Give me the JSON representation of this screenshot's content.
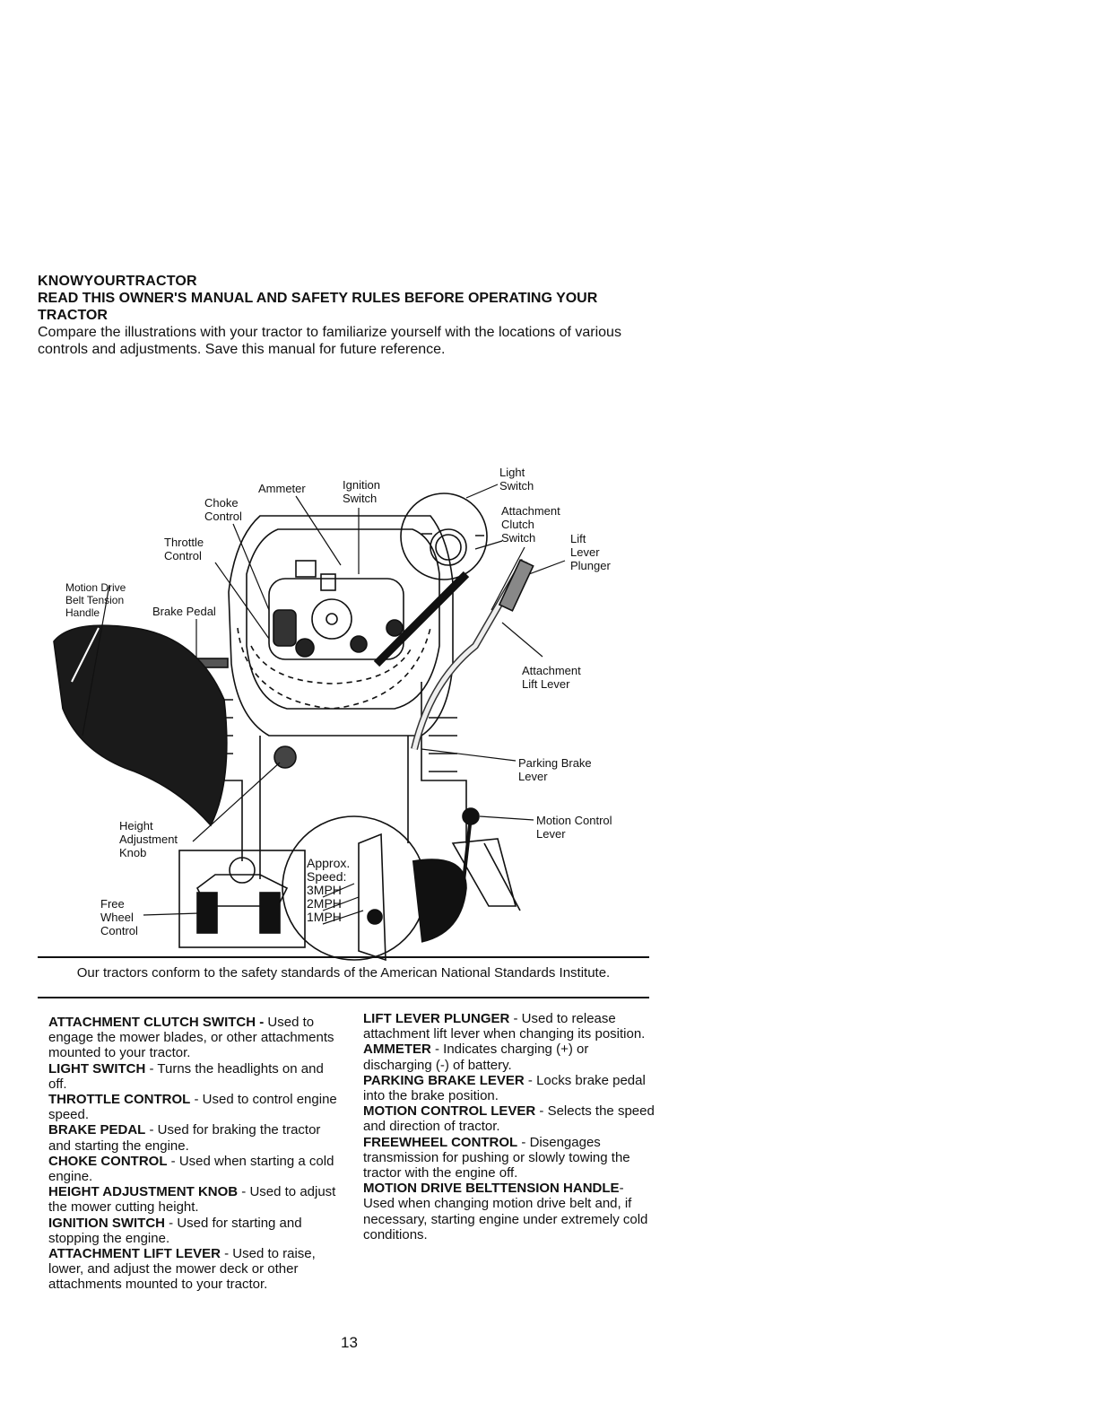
{
  "heading": {
    "section_title": "KNOWYOURTRACTOR",
    "subtitle": "READ THIS OWNER'S MANUAL AND SAFETY RULES BEFORE OPERATING YOUR TRACTOR",
    "intro": "Compare the illustrations with your tractor to familiarize yourself with the locations of various controls and adjustments. Save this manual for future reference."
  },
  "diagram": {
    "labels": {
      "ammeter": "Ammeter",
      "ignition_switch": [
        "Ignition",
        "Switch"
      ],
      "choke_control": [
        "Choke",
        "Control"
      ],
      "throttle_control": [
        "Throttle",
        "Control"
      ],
      "motion_drive": [
        "Motion Drive",
        "Belt Tension",
        "Handle"
      ],
      "brake_pedal": "Brake Pedal",
      "light_switch": [
        "Light",
        "Switch"
      ],
      "attachment_clutch": [
        "Attachment",
        "Clutch",
        "Switch"
      ],
      "lift_lever_plunger": [
        "Lift",
        "Lever",
        "Plunger"
      ],
      "attachment_lift_lever": [
        "Attachment",
        "Lift Lever"
      ],
      "parking_brake": [
        "Parking Brake",
        "Lever"
      ],
      "motion_control": [
        "Motion Control",
        "Lever"
      ],
      "height_adjustment": [
        "Height",
        "Adjustment",
        "Knob"
      ],
      "free_wheel": [
        "Free",
        "Wheel",
        "Control"
      ]
    },
    "speed_inset": {
      "lines": [
        "Approx.",
        "Speed:",
        "3MPH",
        "2MPH",
        "1MPH"
      ]
    }
  },
  "standards_note": "Our tractors conform to the safety standards of the American National Standards Institute.",
  "definitions_left": [
    {
      "term": "ATTACHMENT CLUTCH SWITCH -",
      "text": "Used to engage the mower blades, or other attachments mounted to your tractor."
    },
    {
      "term": "LIGHT SWITCH",
      "text": " - Turns the headlights on and off."
    },
    {
      "term": "THROTTLE CONTROL",
      "text": " - Used to control engine speed."
    },
    {
      "term": "BRAKE PEDAL",
      "text": " - Used for braking the tractor and starting the engine."
    },
    {
      "term": "CHOKE CONTROL",
      "text": " - Used when starting a cold engine."
    },
    {
      "term": "HEIGHT ADJUSTMENT KNOB",
      "text": " - Used to adjust the mower cutting height."
    },
    {
      "term": "IGNITION SWITCH",
      "text": " - Used for starting and stopping the engine."
    },
    {
      "term": "ATTACHMENT LIFT LEVER",
      "text": " - Used to raise, lower, and adjust the mower deck or other attachments mounted to your tractor."
    }
  ],
  "definitions_right": [
    {
      "term": "LIFT LEVER PLUNGER",
      "text": " - Used to release attachment lift lever when changing its position."
    },
    {
      "term": "AMMETER",
      "text": " - Indicates charging (+) or discharging (-) of battery."
    },
    {
      "term": "PARKING BRAKE LEVER",
      "text": " - Locks brake pedal into the brake position."
    },
    {
      "term": "MOTION CONTROL LEVER",
      "text": " - Selects the speed and direction of tractor."
    },
    {
      "term": "FREEWHEEL CONTROL",
      "text": " - Disengages transmission for pushing or slowly towing the tractor with the engine off."
    },
    {
      "term": "MOTION DRIVE BELTTENSION HANDLE",
      "text": "-Used when changing motion drive belt and, if necessary, starting engine under extremely cold conditions."
    }
  ],
  "page_number": "13"
}
